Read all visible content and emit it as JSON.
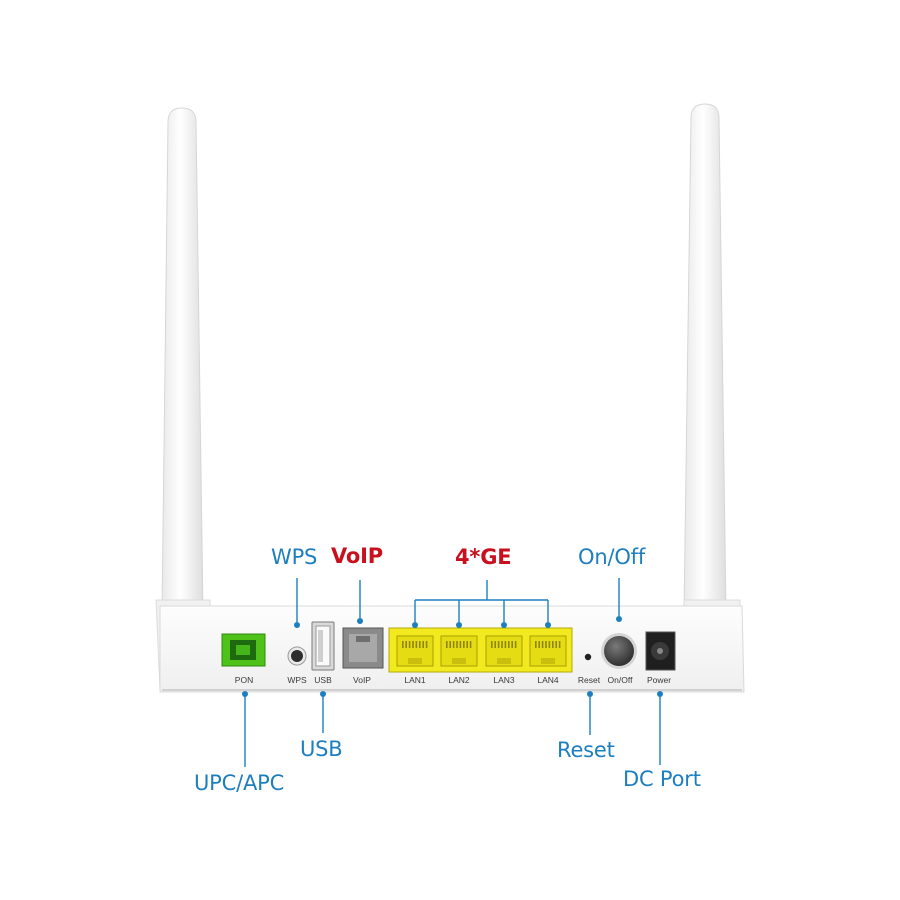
{
  "callouts": {
    "wps": "WPS",
    "voip": "VoIP",
    "ge": "4*GE",
    "onoff": "On/Off",
    "usb": "USB",
    "upc_apc": "UPC/APC",
    "reset": "Reset",
    "dc_port": "DC Port"
  },
  "port_labels": {
    "pon": "PON",
    "wps": "WPS",
    "usb": "USB",
    "voip": "VoIP",
    "lan1": "LAN1",
    "lan2": "LAN2",
    "lan3": "LAN3",
    "lan4": "LAN4",
    "reset": "Reset",
    "onoff": "On/Off",
    "power": "Power"
  },
  "colors": {
    "callout_blue": "#1d7fc0",
    "callout_red": "#c8101e",
    "lan_port_yellow": "#f2ea1e",
    "pon_port_green": "#52c41a",
    "device_body": "#f7f7f7"
  }
}
